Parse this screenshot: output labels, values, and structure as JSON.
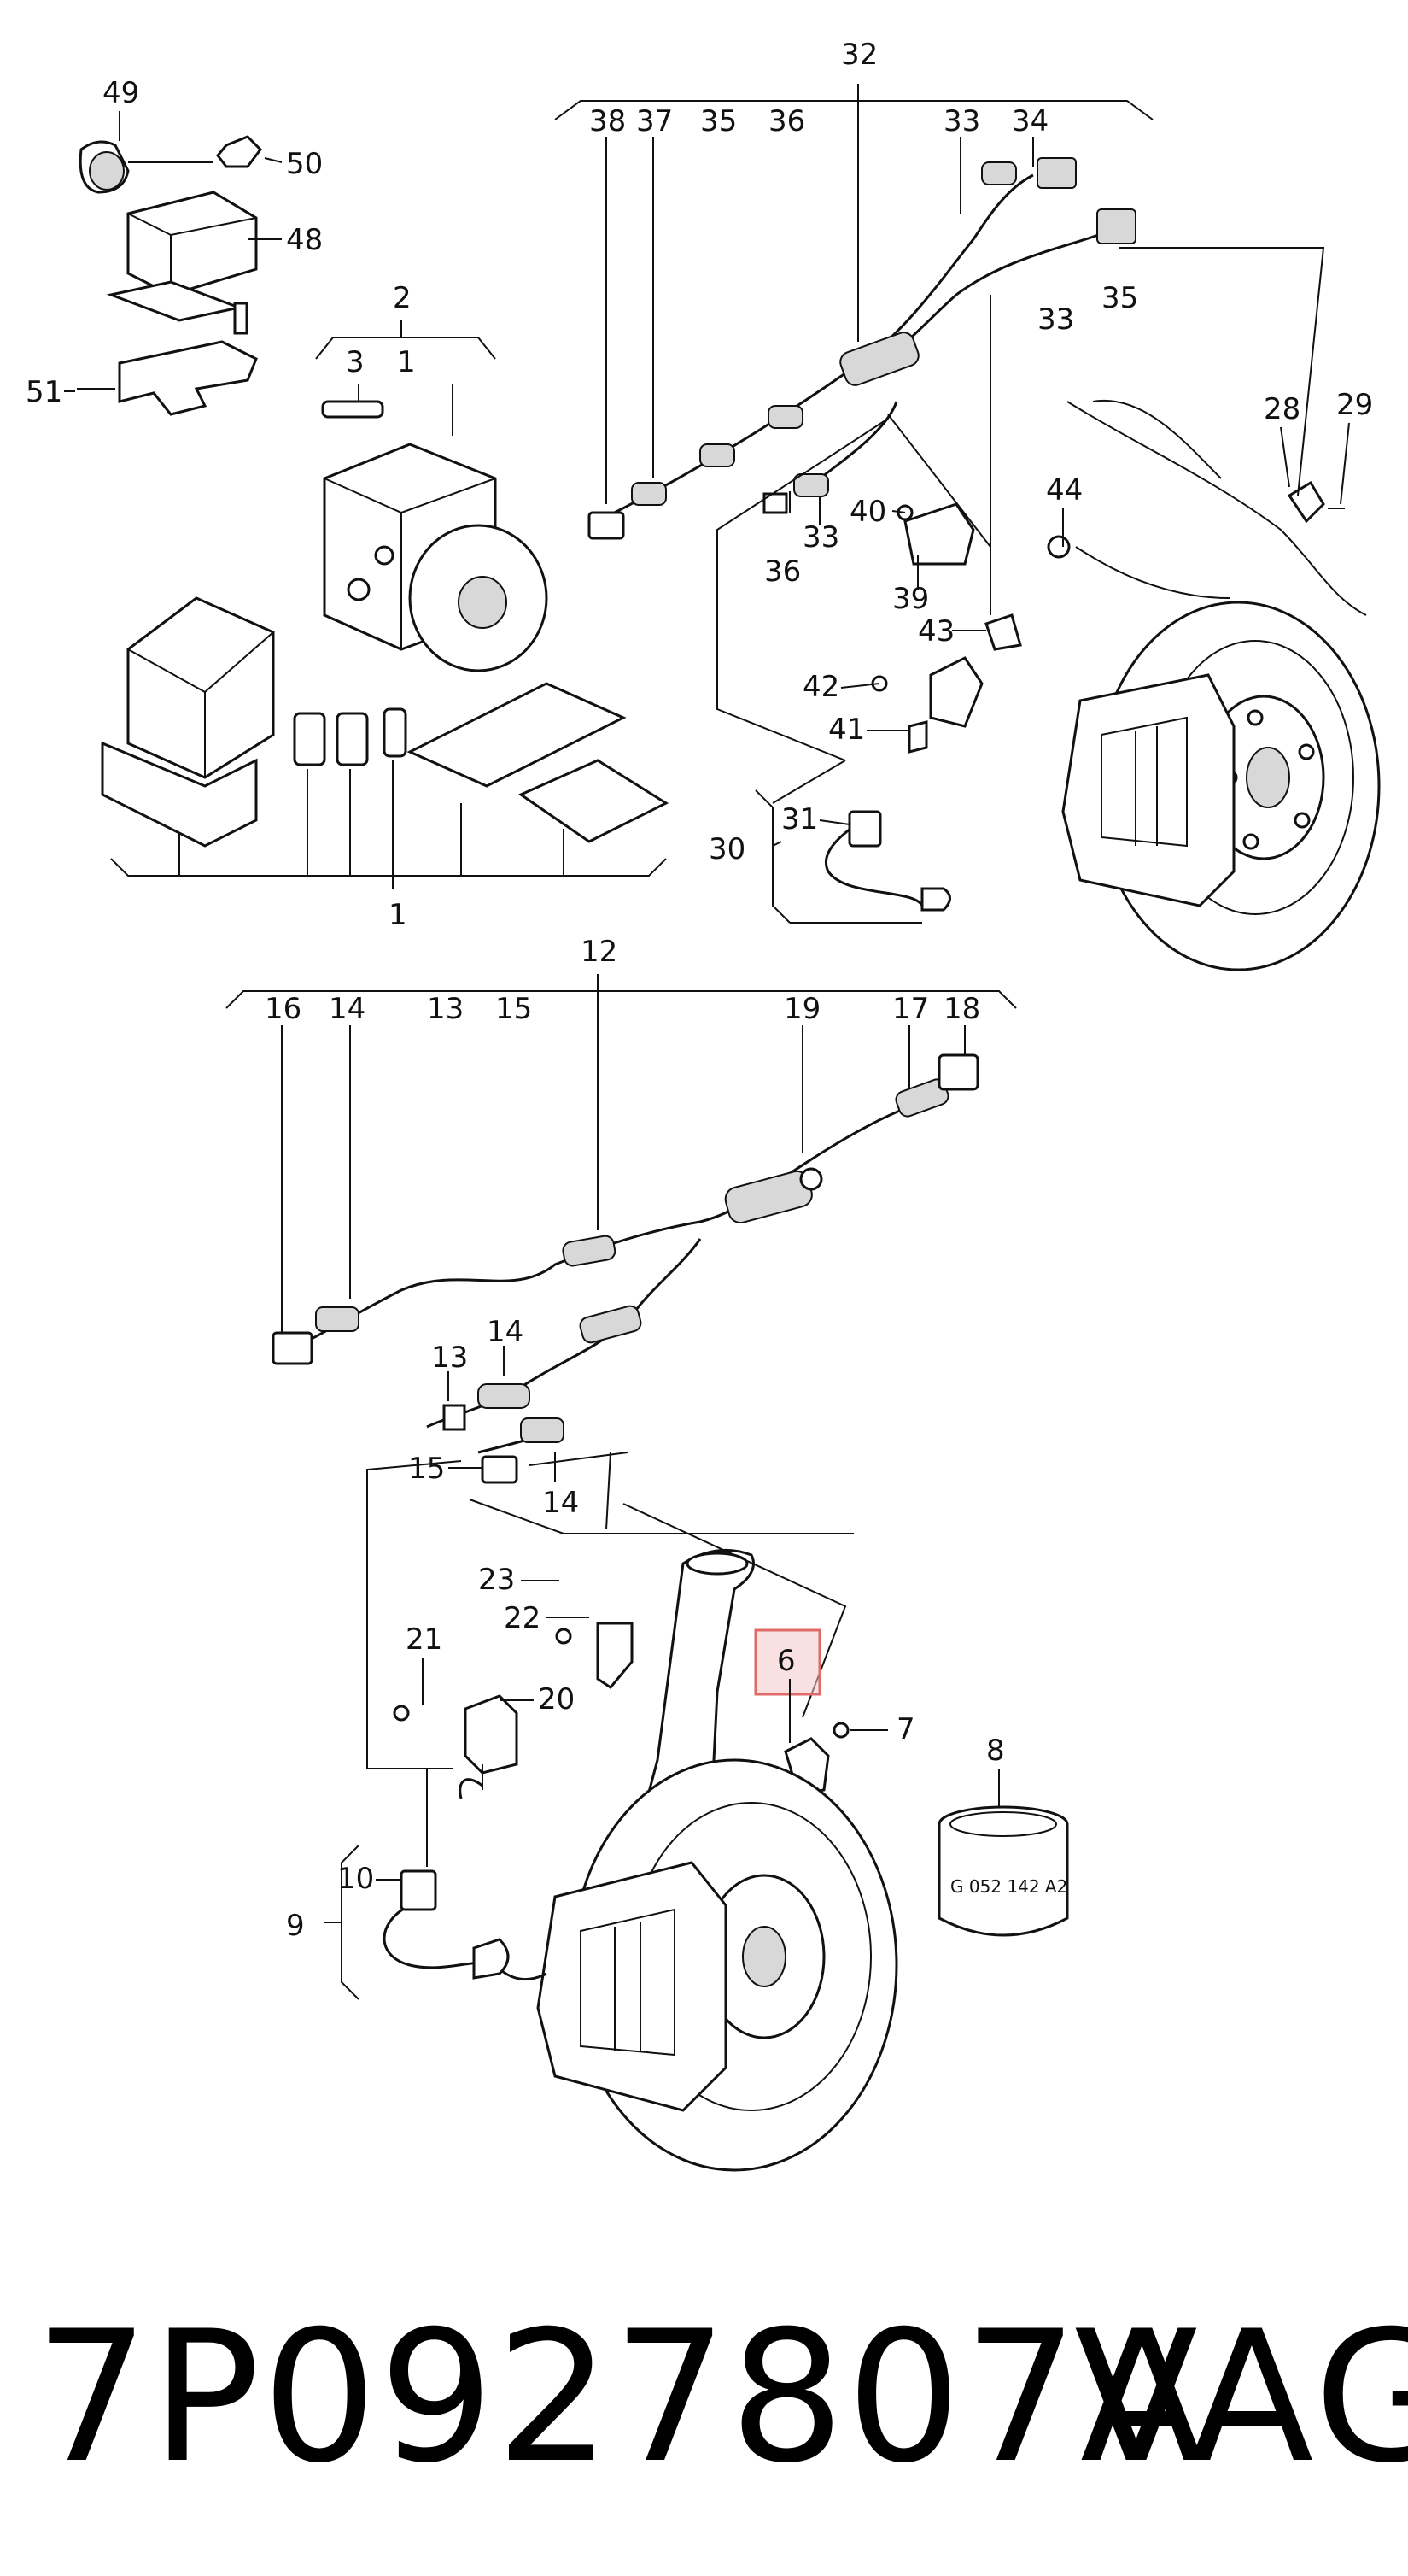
{
  "part_number": "7P0927807A",
  "brand": "VAG",
  "callouts": {
    "c49": "49",
    "c50": "50",
    "c48": "48",
    "c51": "51",
    "c2": "2",
    "c3": "3",
    "c1a": "1",
    "c1b": "1",
    "c32": "32",
    "c38": "38",
    "c37": "37",
    "c35a": "35",
    "c36a": "36",
    "c33a": "33",
    "c34": "34",
    "c33b": "33",
    "c35b": "35",
    "c28": "28",
    "c29": "29",
    "c40": "40",
    "c33c": "33",
    "c44": "44",
    "c36b": "36",
    "c39": "39",
    "c43": "43",
    "c42": "42",
    "c41": "41",
    "c30": "30",
    "c31": "31",
    "c12": "12",
    "c16": "16",
    "c14a": "14",
    "c13a": "13",
    "c15a": "15",
    "c19": "19",
    "c17": "17",
    "c18": "18",
    "c13b": "13",
    "c14b": "14",
    "c15b": "15",
    "c14c": "14",
    "c23": "23",
    "c22": "22",
    "c21": "21",
    "c20": "20",
    "c6": "6",
    "c7": "7",
    "c8": "8",
    "c10": "10",
    "c9": "9"
  },
  "grease_label": "G 052 142 A2",
  "highlight_color": "#e06a6a"
}
